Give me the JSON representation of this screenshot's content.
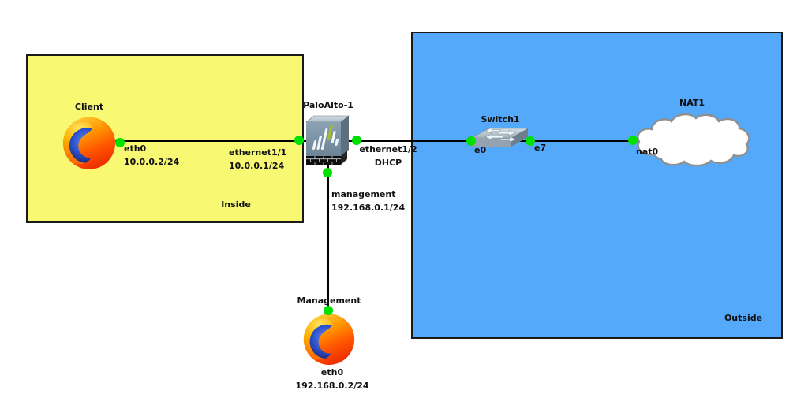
{
  "diagram_title": "network-topology",
  "zones": {
    "inside": {
      "label": "Inside",
      "color": "#f8f873"
    },
    "outside": {
      "label": "Outside",
      "color": "#55a9fa"
    }
  },
  "nodes": {
    "client": {
      "label": "Client",
      "icon": "firefox-browser"
    },
    "paloalto": {
      "label": "PaloAlto-1",
      "icon": "firewall"
    },
    "switch1": {
      "label": "Switch1",
      "icon": "ethernet-switch"
    },
    "nat1": {
      "label": "NAT1",
      "icon": "cloud"
    },
    "management": {
      "label": "Management",
      "icon": "firefox-browser"
    }
  },
  "interfaces": {
    "client_eth0": {
      "port": "eth0",
      "address": "10.0.0.2/24"
    },
    "palo_ethernet1_1": {
      "port": "ethernet1/1",
      "address": "10.0.0.1/24"
    },
    "palo_ethernet1_2": {
      "port": "ethernet1/2",
      "address": "DHCP"
    },
    "palo_management": {
      "port": "management",
      "address": "192.168.0.1/24"
    },
    "switch1_e0": {
      "port": "e0"
    },
    "switch1_e7": {
      "port": "e7"
    },
    "nat1_nat0": {
      "port": "nat0"
    },
    "management_eth0": {
      "port": "eth0",
      "address": "192.168.0.2/24"
    }
  },
  "links": [
    {
      "from_node": "Client",
      "from_port": "eth0",
      "to_node": "PaloAlto-1",
      "to_port": "ethernet1/1"
    },
    {
      "from_node": "PaloAlto-1",
      "from_port": "ethernet1/2",
      "to_node": "Switch1",
      "to_port": "e0"
    },
    {
      "from_node": "Switch1",
      "from_port": "e7",
      "to_node": "NAT1",
      "to_port": "nat0"
    },
    {
      "from_node": "PaloAlto-1",
      "from_port": "management",
      "to_node": "Management",
      "to_port": "eth0"
    }
  ],
  "colors": {
    "zone_inside": "#f8f873",
    "zone_outside": "#55a9fa",
    "port_status_up": "#00e100",
    "link_line": "#000000",
    "zone_border": "#1a1a1a"
  }
}
